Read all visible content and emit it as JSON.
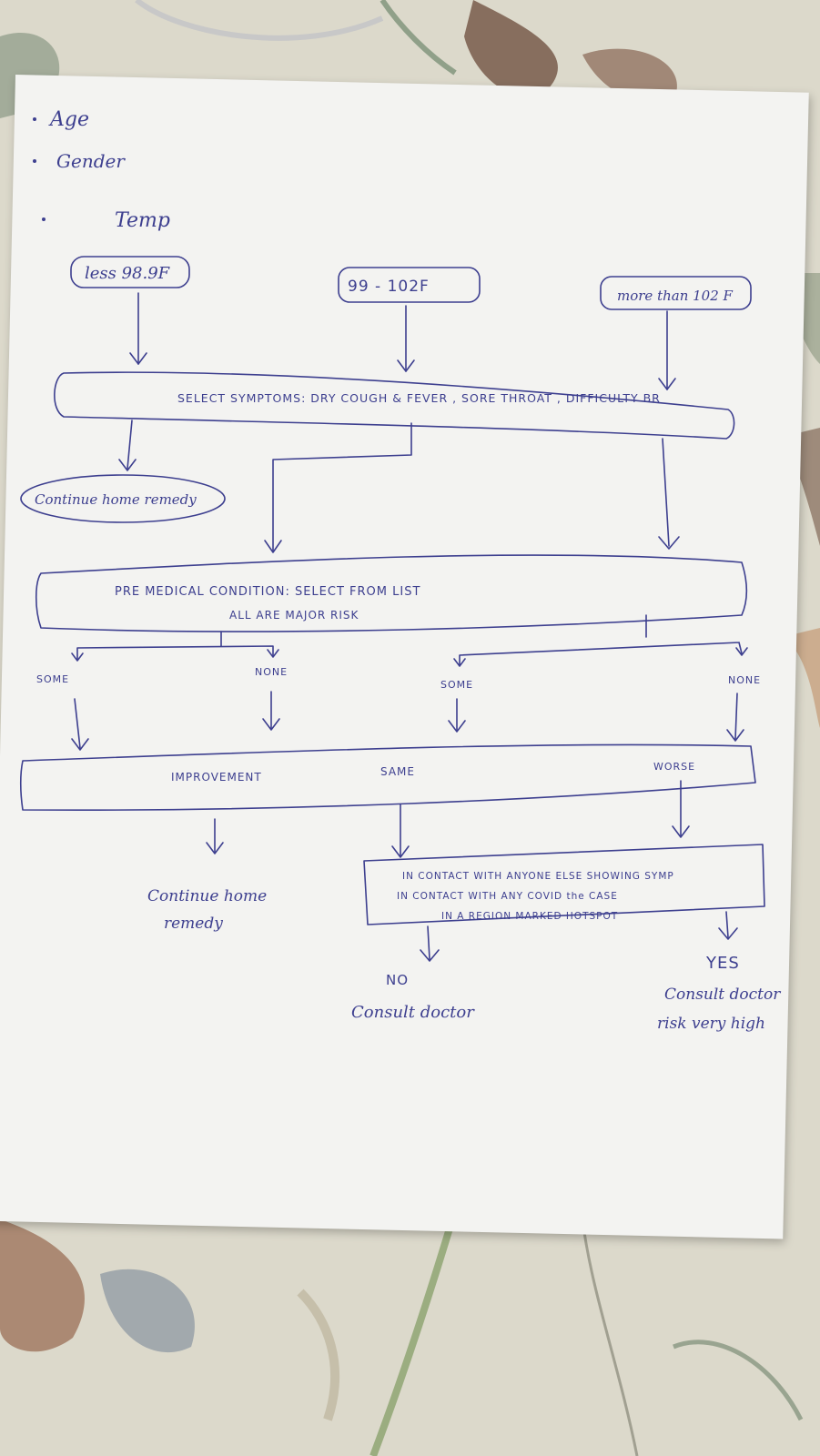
{
  "fields": [
    "Age",
    "Gender"
  ],
  "temp": {
    "label": "Temp",
    "options": [
      "less 98.9F",
      "99 -   102F",
      "more than 102 F"
    ]
  },
  "symptoms": {
    "text": "SELECT    SYMPTOMS: DRY COUGH  & FEVER , SORE THROAT , DIFFICULTY BR"
  },
  "continue_home_remedy_1": "Continue home remedy",
  "pre_medical": {
    "line1": "PRE     MEDICAL  CONDITION: SELECT  FROM  LIST",
    "line2": "ALL    ARE  MAJOR    RISK"
  },
  "branches": [
    "SOME",
    "NONE",
    "SOME",
    "NONE"
  ],
  "progress": {
    "improvement": "IMPROVEMENT",
    "same": "SAME",
    "worse": "WORSE"
  },
  "continue_home_remedy_2": [
    "Continue  home",
    "remedy"
  ],
  "contact": {
    "line1": "IN CONTACT   WITH  ANYONE  ELSE   SHOWING  SYMP",
    "line2": "IN CONTACT  WITH  ANY   COVID the  CASE",
    "line3": "IN A  REGION    MARKED  HOTSPOT"
  },
  "outcome_no": {
    "label": "NO",
    "action": "Consult doctor"
  },
  "outcome_yes": {
    "label": "YES",
    "action": "Consult doctor",
    "risk": "risk very high"
  }
}
